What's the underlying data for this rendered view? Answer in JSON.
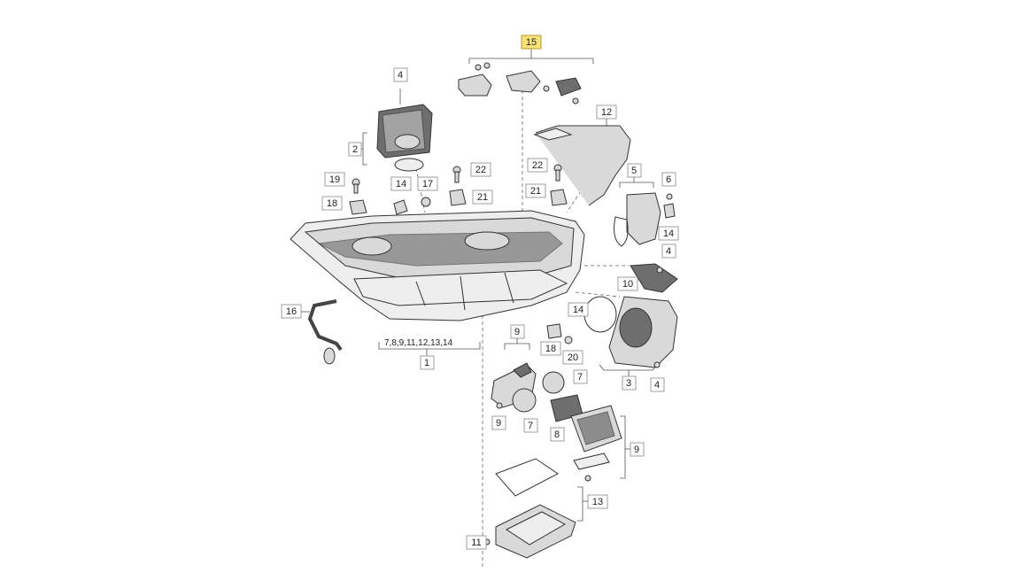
{
  "callouts": {
    "c15": "15",
    "c4a": "4",
    "c2": "2",
    "c12": "12",
    "c22a": "22",
    "c22b": "22",
    "c19": "19",
    "c14a": "14",
    "c17": "17",
    "c21a": "21",
    "c21b": "21",
    "c18a": "18",
    "c5": "5",
    "c6": "6",
    "c14b": "14",
    "c4b": "4",
    "c10": "10",
    "c16": "16",
    "c14c": "14",
    "c1": "1",
    "c9a": "9",
    "c18b": "18",
    "c20": "20",
    "c3": "3",
    "c4c": "4",
    "c7a": "7",
    "c9b": "9",
    "c7b": "7",
    "c8": "8",
    "c9c": "9",
    "c13": "13",
    "c11": "11"
  },
  "group_labels": {
    "headlight_parts": "7,8,9,11,12,13,14"
  }
}
